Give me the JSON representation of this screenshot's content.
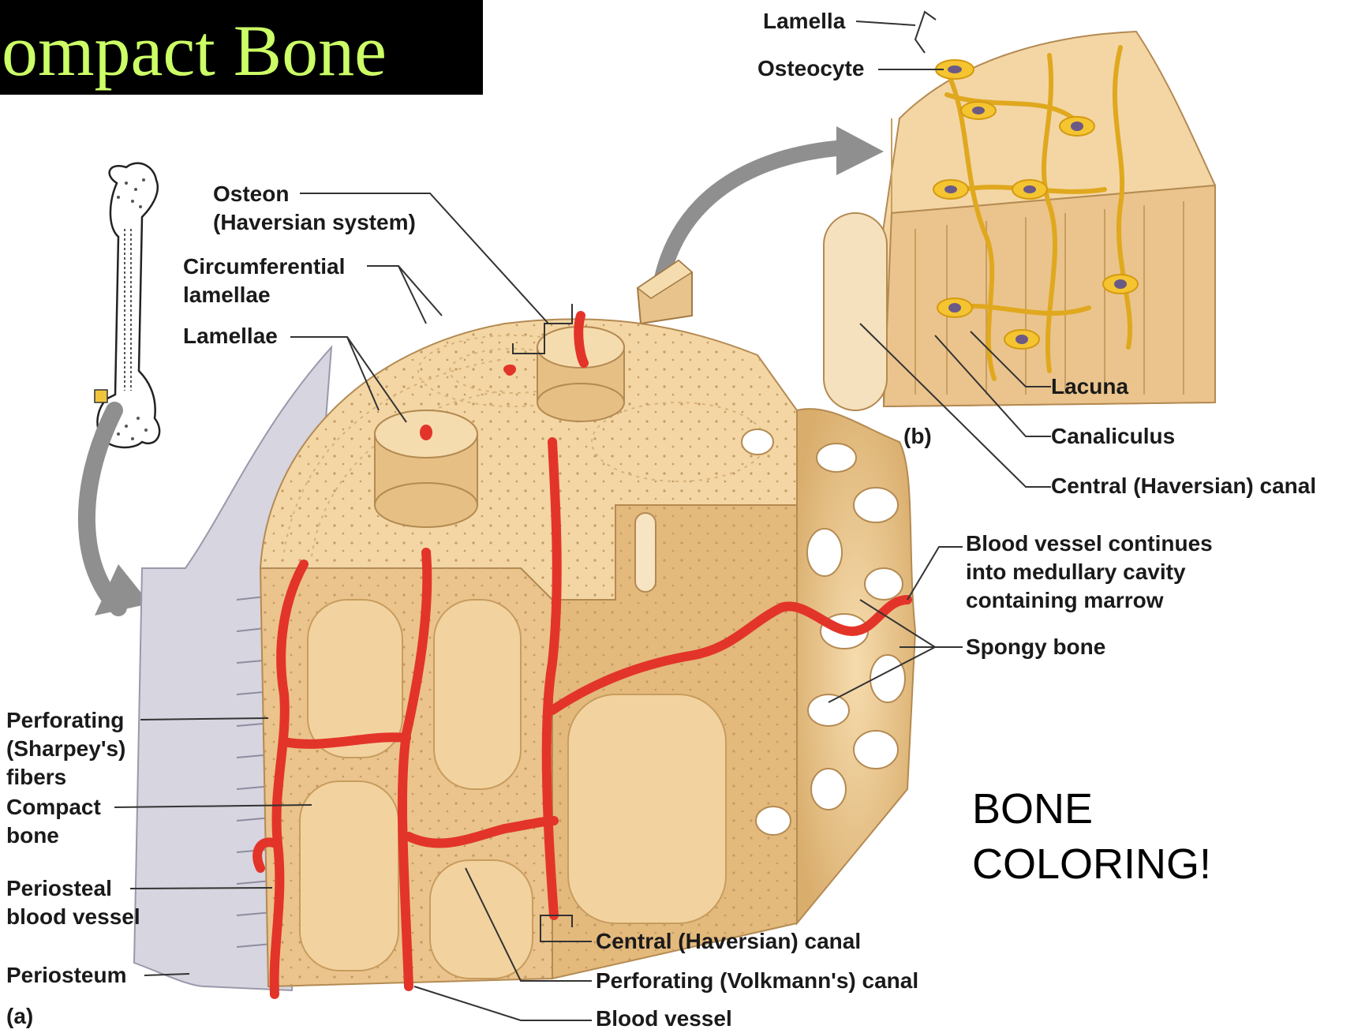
{
  "title": "ompact Bone",
  "panels": {
    "a": "(a)",
    "b": "(b)"
  },
  "labels": {
    "osteon_line1": "Osteon",
    "osteon_line2": "(Haversian system)",
    "circ_line1": "Circumferential",
    "circ_line2": "lamellae",
    "lamellae": "Lamellae",
    "perforating_fibers_line1": "Perforating",
    "perforating_fibers_line2": "(Sharpey's)",
    "perforating_fibers_line3": "fibers",
    "compact_line1": "Compact",
    "compact_line2": "bone",
    "periosteal_line1": "Periosteal",
    "periosteal_line2": "blood vessel",
    "periosteum": "Periosteum",
    "central_canal_a": "Central (Haversian) canal",
    "volkmann_canal": "Perforating (Volkmann's) canal",
    "blood_vessel": "Blood vessel",
    "bv_continues_line1": "Blood vessel continues",
    "bv_continues_line2": "into medullary cavity",
    "bv_continues_line3": "containing marrow",
    "spongy_bone": "Spongy bone",
    "lamella": "Lamella",
    "osteocyte": "Osteocyte",
    "lacuna": "Lacuna",
    "canaliculus": "Canaliculus",
    "central_canal_b": "Central (Haversian) canal"
  },
  "note": {
    "line1": "BONE",
    "line2": "COLORING!"
  },
  "colors": {
    "bone": "#f3d6a4",
    "bone_dark": "#e2b97c",
    "vessel": "#e3342a",
    "osteocyte": "#f5c431",
    "nucleus": "#6b5a86",
    "periosteum": "#c9c7d4",
    "title_text": "#ccff66"
  }
}
